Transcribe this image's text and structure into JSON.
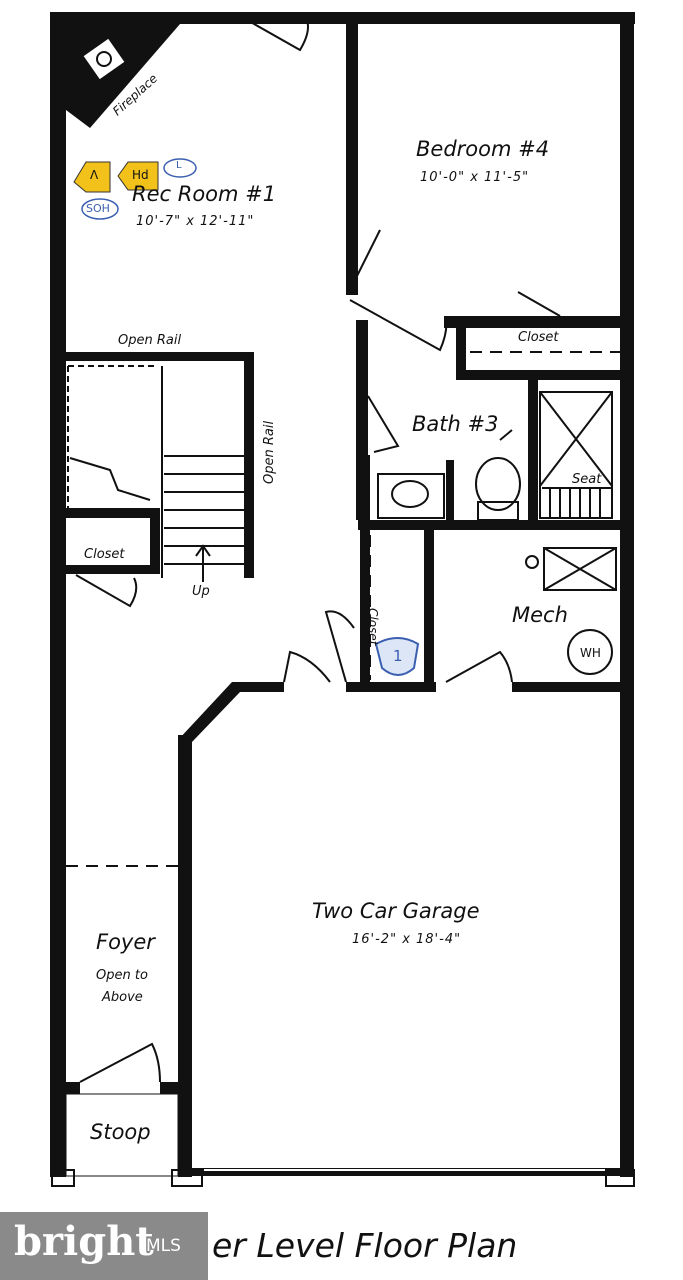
{
  "plan_title": "er Level Floor Plan",
  "watermark": {
    "brand": "bright",
    "suffix": "MLS"
  },
  "rooms": {
    "rec_room": {
      "name": "Rec Room #1",
      "dims": "10'-7\" x 12'-11\""
    },
    "fireplace": "Fireplace",
    "bedroom4": {
      "name": "Bedroom #4",
      "dims": "10'-0\" x 11'-5\""
    },
    "closet_bedroom": "Closet",
    "bath3": "Bath #3",
    "seat": "Seat",
    "open_rail_top": "Open Rail",
    "open_rail_side": "Open Rail",
    "closet_stair": "Closet",
    "up": "Up",
    "closet_hall": "Closet",
    "mech": "Mech",
    "water_heater": "WH",
    "garage": {
      "name": "Two Car Garage",
      "dims": "16'-2\" x 18'-4\""
    },
    "foyer": {
      "name": "Foyer",
      "note_line1": "Open to",
      "note_line2": "Above"
    },
    "stoop": "Stoop"
  },
  "markers": {
    "a_tag": "Λ",
    "hd_tag": "Hd",
    "l_tag": "L",
    "soh_tag": "SOH",
    "shield_number": "1"
  },
  "colors": {
    "wall": "#111111",
    "tag_yellow": "#f2c21a",
    "tag_blue": "#3a5fb0",
    "watermark_bg": "#7a7a7a"
  }
}
